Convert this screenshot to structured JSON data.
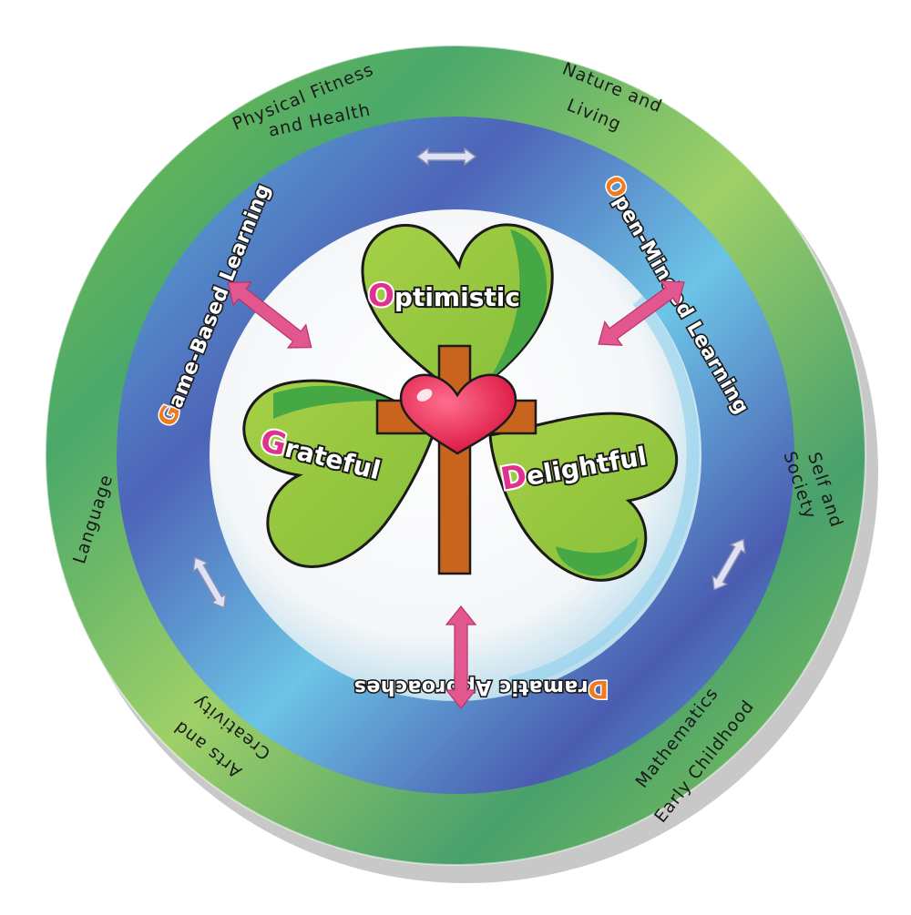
{
  "outer_ring": {
    "items": [
      {
        "id": "physical",
        "lines": [
          "Physical Fitness",
          "and Health"
        ]
      },
      {
        "id": "nature",
        "lines": [
          "Nature and",
          "Living"
        ]
      },
      {
        "id": "self",
        "lines": [
          "Self and",
          "Society"
        ]
      },
      {
        "id": "math",
        "lines": [
          "Early Childhood",
          "Mathematics"
        ]
      },
      {
        "id": "arts",
        "lines": [
          "Arts and",
          "Creativity"
        ]
      },
      {
        "id": "language",
        "lines": [
          "Language"
        ]
      }
    ]
  },
  "middle_ring": {
    "items": [
      {
        "id": "game",
        "initial": "G",
        "rest": "ame-Based Learning"
      },
      {
        "id": "open",
        "initial": "O",
        "rest": "pen-Minded Learning"
      },
      {
        "id": "dramatic",
        "initial": "D",
        "rest": "ramatic Approaches"
      }
    ]
  },
  "values": [
    {
      "id": "optimistic",
      "initial": "O",
      "rest": "ptimistic"
    },
    {
      "id": "grateful",
      "initial": "G",
      "rest": "rateful"
    },
    {
      "id": "delightful",
      "initial": "D",
      "rest": "elightful"
    }
  ],
  "colors": {
    "outer_ring": "#7cc04c",
    "middle_ring": "#5a72c0",
    "middle_ring_light": "#6fc2e0",
    "leaf": "#9bcb3c",
    "leaf_dark": "#3ea845",
    "cross": "#c8641e",
    "heart": "#e8245a",
    "pink_arrow": "#e2578f",
    "grey_arrow": "#d8dcf0",
    "initial_outer": "#f07a1e",
    "initial_value": "#e0318f"
  }
}
